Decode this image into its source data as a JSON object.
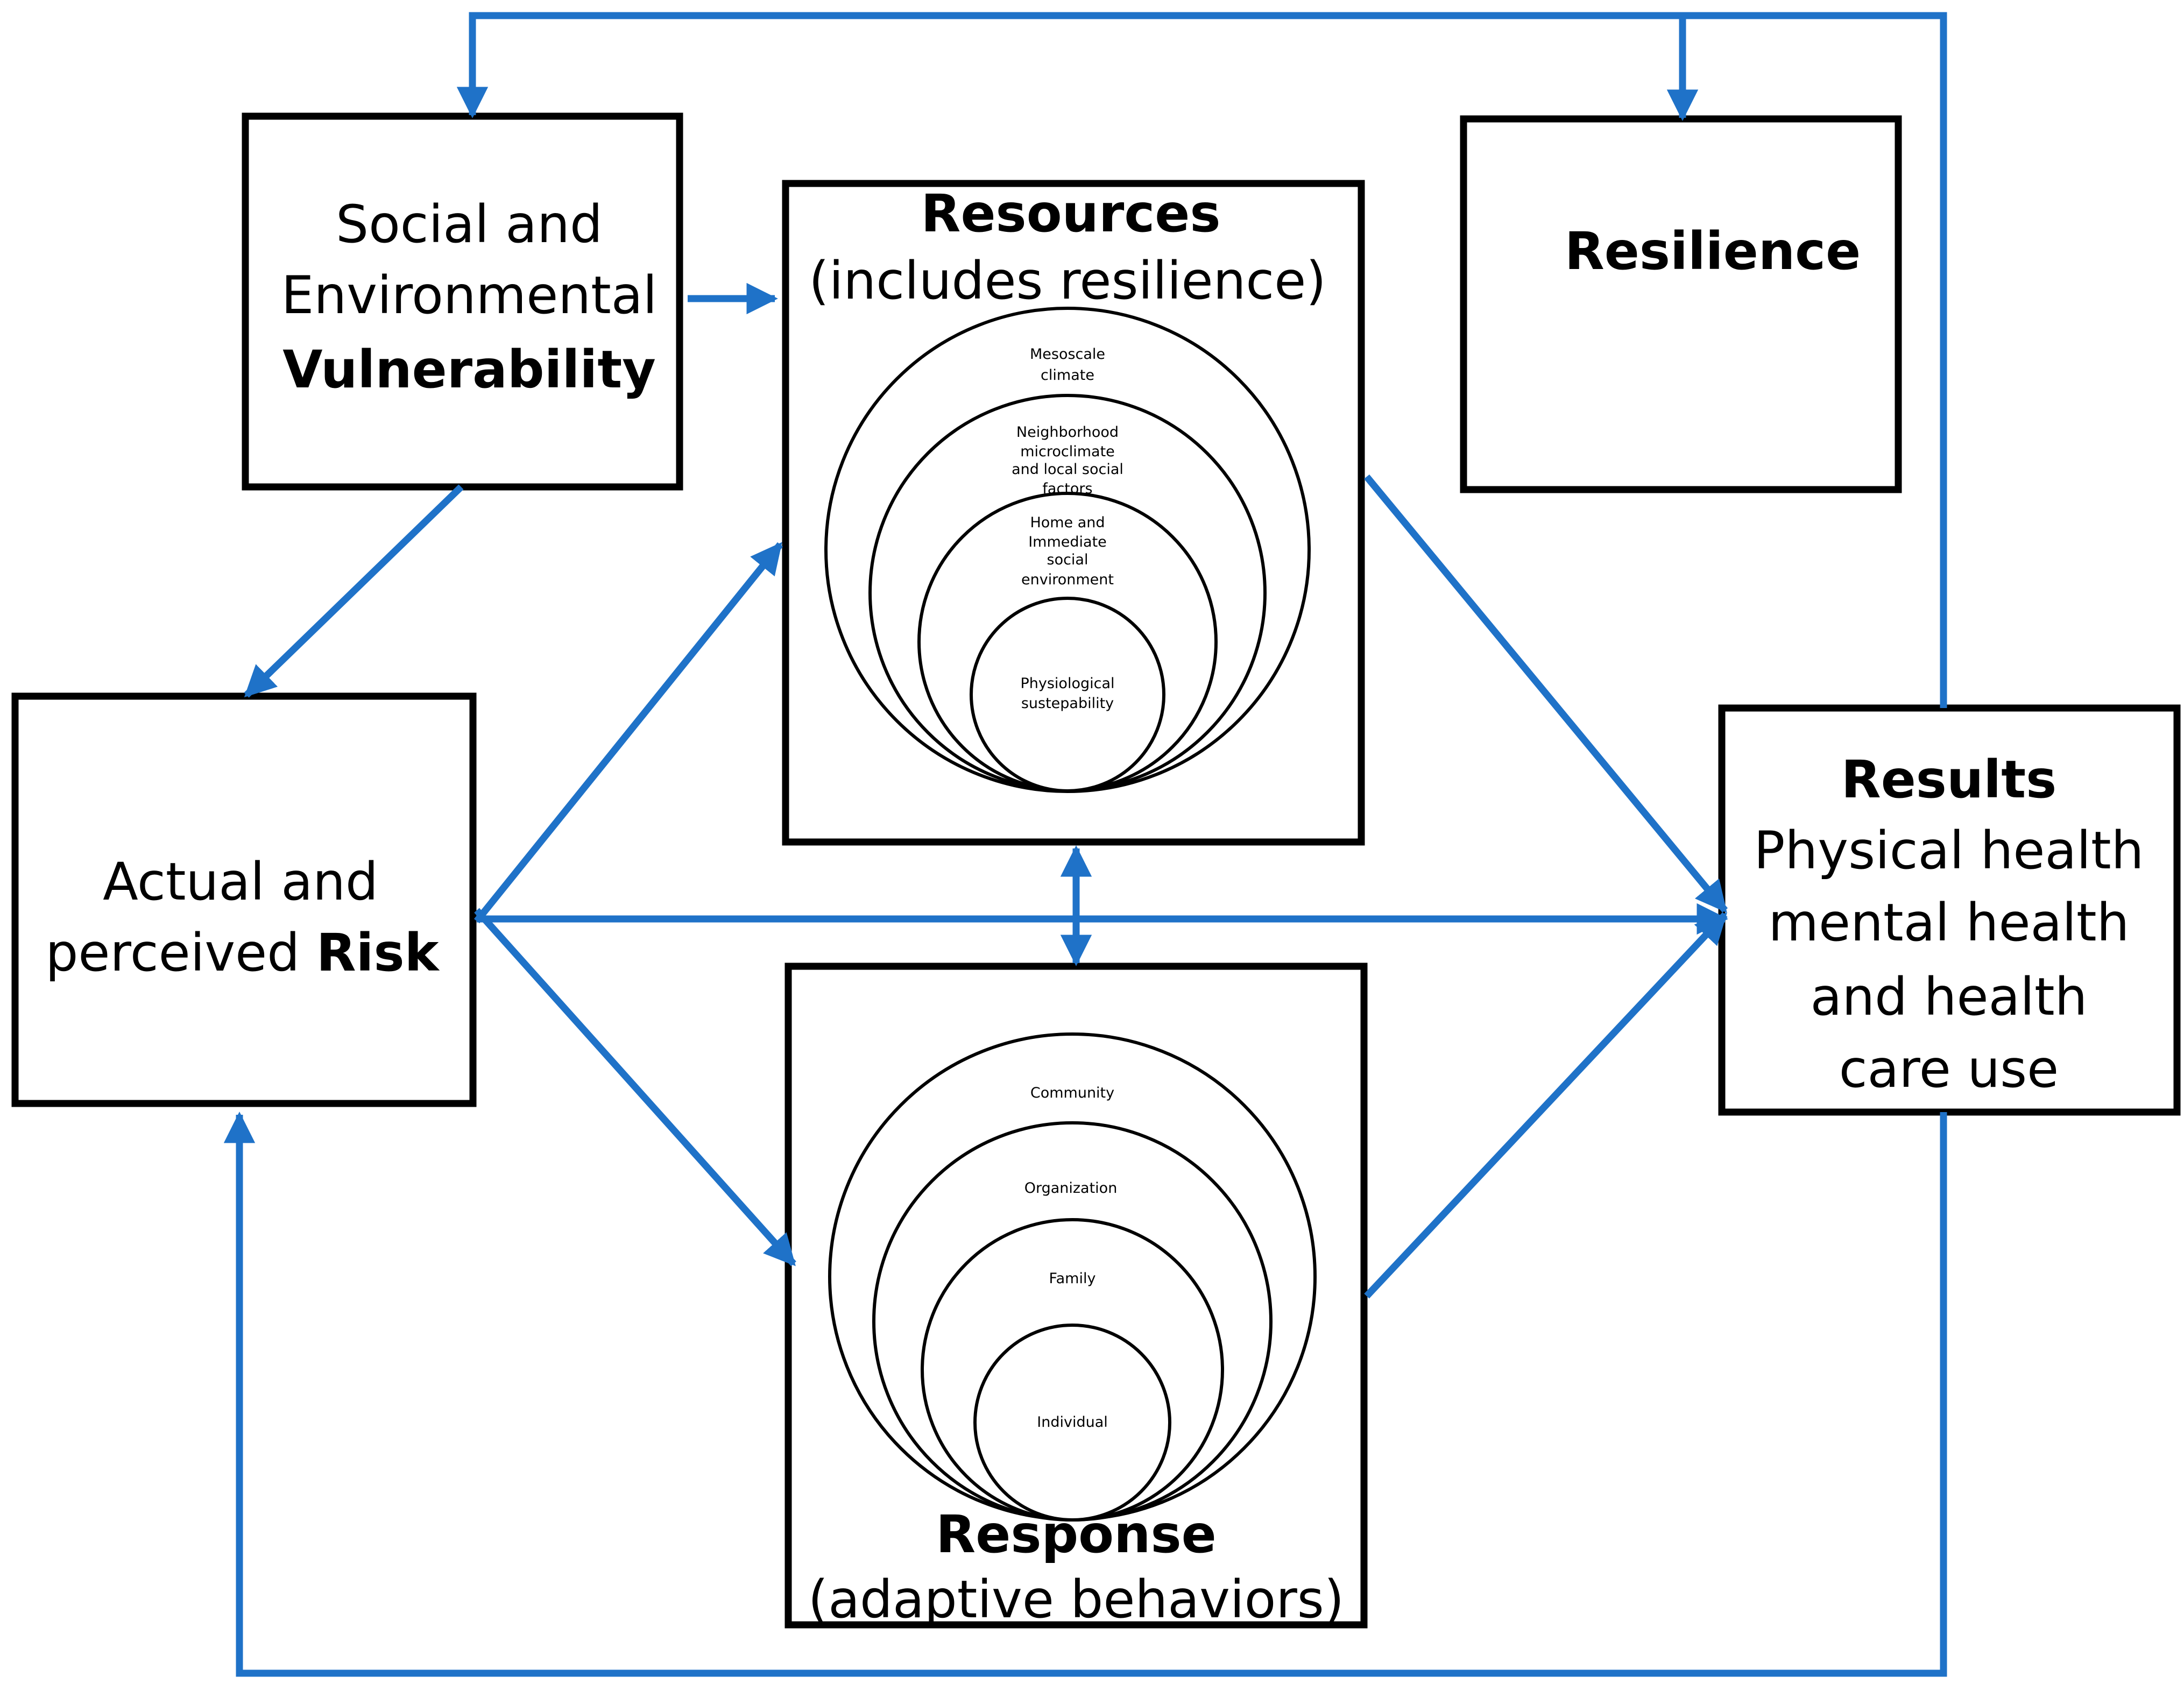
{
  "colors": {
    "arrow": "#1f72c8",
    "box_border": "#000000",
    "background": "#ffffff"
  },
  "vulnerability": {
    "line1": "Social and",
    "line2": "Environmental",
    "line3": "Vulnerability"
  },
  "resources": {
    "title": "Resources",
    "subtitle": "(includes resilience)",
    "levels": {
      "mesoscale_1": "Mesoscale",
      "mesoscale_2": "climate",
      "neighborhood_1": "Neighborhood",
      "neighborhood_2": "microclimate",
      "neighborhood_3": "and local social",
      "neighborhood_4": "factors",
      "home_1": "Home and",
      "home_2": "Immediate",
      "home_3": "social",
      "home_4": "environment",
      "physio_1": "Physiological",
      "physio_2": "sustepability"
    }
  },
  "resilience": {
    "title": "Resilience"
  },
  "risk": {
    "line1": "Actual and",
    "line2_prefix": "perceived ",
    "line2_bold": "Risk"
  },
  "response": {
    "title": "Response",
    "subtitle": "(adaptive behaviors)",
    "levels": {
      "community": "Community",
      "organization": "Organization",
      "family": "Family",
      "individual": "Individual"
    }
  },
  "results": {
    "title": "Results",
    "line1": "Physical health",
    "line2": "mental health",
    "line3": "and health",
    "line4": "care use"
  }
}
